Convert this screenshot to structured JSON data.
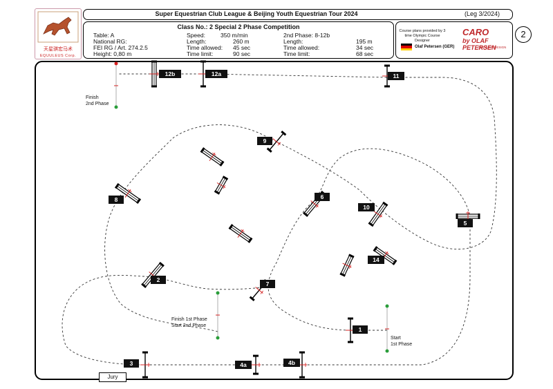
{
  "header": {
    "logo": {
      "cn": "天星骐宏马术",
      "en": "EQUULEUS Corp."
    },
    "title": "Super Equestrian Club League & Beijing Youth Equestrian Tour 2024",
    "leg": "(Leg 3/2024)",
    "class_title": "Class No.: 2    Special 2 Phase Competition",
    "info": {
      "col1": [
        "Table: A",
        "National RG:",
        "FEI RG / Art. 274.2.5",
        "Height: 0,80  m"
      ],
      "col2_labels": [
        "Speed:",
        "Length:",
        "Time allowed:",
        "Time limit:"
      ],
      "col2_values": [
        "350 m/min",
        "260 m",
        "45 sec",
        "90 sec"
      ],
      "col3_labels": [
        "2nd Phase: 8-12b",
        "Length:",
        "Time allowed:",
        "Time limit:"
      ],
      "col3_values": [
        "",
        "195 m",
        "34 sec",
        "68 sec"
      ]
    },
    "designer": {
      "note": "Course plans provided by 3 time Olympic Course Designer",
      "name": "Olaf Petersen (GER)",
      "brand_top": "CARO",
      "brand_main": "by OLAF PETERSEN",
      "brand_sub": "OBS JUMP DESIGN"
    },
    "class_number": "2"
  },
  "course": {
    "labels": [
      {
        "id": "1",
        "text": "1"
      },
      {
        "id": "2",
        "text": "2"
      },
      {
        "id": "3",
        "text": "3"
      },
      {
        "id": "4a",
        "text": "4a"
      },
      {
        "id": "4b",
        "text": "4b"
      },
      {
        "id": "5",
        "text": "5"
      },
      {
        "id": "6",
        "text": "6"
      },
      {
        "id": "7",
        "text": "7"
      },
      {
        "id": "8",
        "text": "8"
      },
      {
        "id": "9",
        "text": "9"
      },
      {
        "id": "10",
        "text": "10"
      },
      {
        "id": "11",
        "text": "11"
      },
      {
        "id": "12a",
        "text": "12a"
      },
      {
        "id": "12b",
        "text": "12b"
      },
      {
        "id": "14",
        "text": "14"
      }
    ],
    "finish_2nd": [
      "Finish",
      "2nd Phase"
    ],
    "finish_1st": [
      "Finish 1st Phase",
      "Start   2nd Phase"
    ],
    "start": [
      "Start",
      "1st Phase"
    ],
    "jury": "Jury"
  },
  "colors": {
    "ink": "#111111",
    "accent": "#c0282b",
    "flag_green": "#2a9d3a",
    "flag_red": "#d42020"
  }
}
